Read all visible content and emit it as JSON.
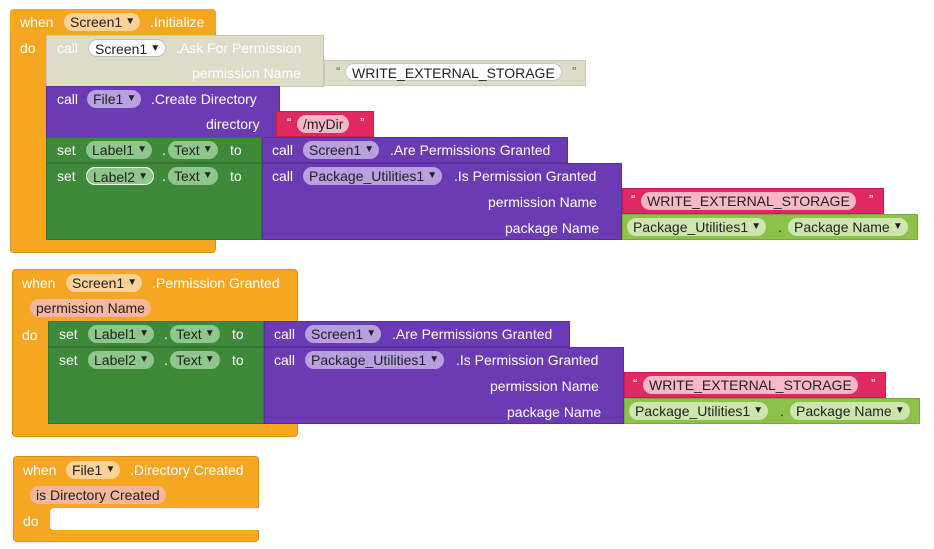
{
  "common": {
    "when": "when",
    "do": "do",
    "call": "call",
    "set": "set",
    "to": "to",
    "dot": ".",
    "quote_open": "“",
    "quote_close": "”",
    "caret": "▼"
  },
  "init_event": {
    "component": "Screen1",
    "event": ".Initialize",
    "ask_permission": {
      "component": "Screen1",
      "method": ".Ask For Permission",
      "param_label": "permission Name",
      "value": "WRITE_EXTERNAL_STORAGE"
    },
    "create_directory": {
      "component": "File1",
      "method": ".Create Directory",
      "param_label": "directory",
      "value": "/myDir"
    },
    "set1": {
      "component": "Label1",
      "property": "Text",
      "call_component": "Screen1",
      "call_method": ".Are Permissions Granted"
    },
    "set2": {
      "component": "Label2",
      "property": "Text",
      "call_component": "Package_Utilities1",
      "call_method": ".Is Permission Granted",
      "param1_label": "permission Name",
      "param1_value": "WRITE_EXTERNAL_STORAGE",
      "param2_label": "package Name",
      "param2_component": "Package_Utilities1",
      "param2_property": "Package Name"
    }
  },
  "granted_event": {
    "component": "Screen1",
    "event": ".Permission Granted",
    "param": "permission Name",
    "set1": {
      "component": "Label1",
      "property": "Text",
      "call_component": "Screen1",
      "call_method": ".Are Permissions Granted"
    },
    "set2": {
      "component": "Label2",
      "property": "Text",
      "call_component": "Package_Utilities1",
      "call_method": ".Is Permission Granted",
      "param1_label": "permission Name",
      "param1_value": "WRITE_EXTERNAL_STORAGE",
      "param2_label": "package Name",
      "param2_component": "Package_Utilities1",
      "param2_property": "Package Name"
    }
  },
  "dir_event": {
    "component": "File1",
    "event": ".Directory Created",
    "param": "is Directory Created"
  }
}
